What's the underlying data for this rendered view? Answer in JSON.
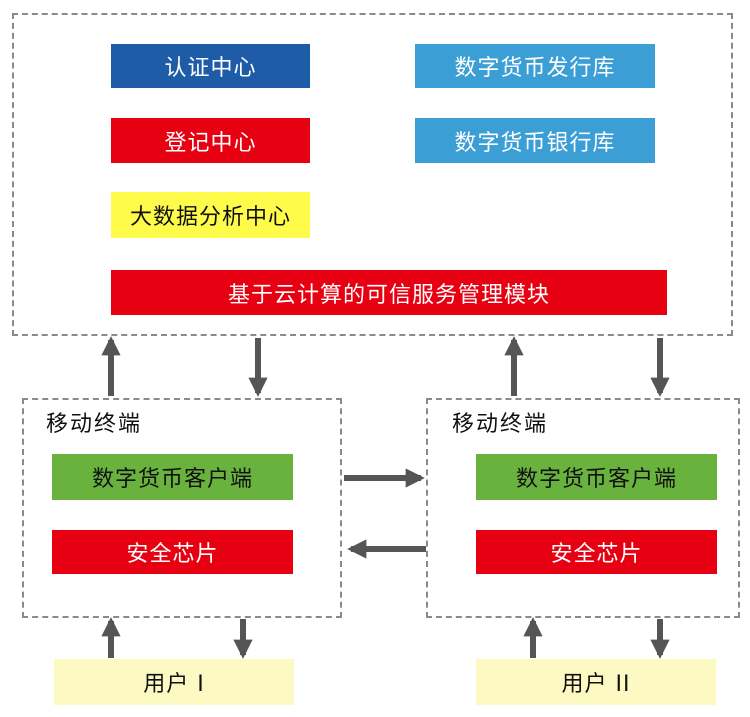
{
  "colors": {
    "dark_blue": "#1f5ca8",
    "light_blue": "#3b9fd6",
    "red": "#e60012",
    "yellow": "#fffb4a",
    "green": "#6ab23e",
    "pale_yellow": "#fdf9c2",
    "arrow": "#555555",
    "dash": "#8a8a8a"
  },
  "server": {
    "auth_center": "认证中心",
    "register_center": "登记中心",
    "bigdata_center": "大数据分析中心",
    "issuance_db": "数字货币发行库",
    "bank_db": "数字货币银行库",
    "cloud_module": "基于云计算的可信服务管理模块"
  },
  "terminals": [
    {
      "title": "移动终端",
      "client": "数字货币客户端",
      "chip": "安全芯片"
    },
    {
      "title": "移动终端",
      "client": "数字货币客户端",
      "chip": "安全芯片"
    }
  ],
  "users": [
    {
      "label": "用户 I"
    },
    {
      "label": "用户 II"
    }
  ]
}
